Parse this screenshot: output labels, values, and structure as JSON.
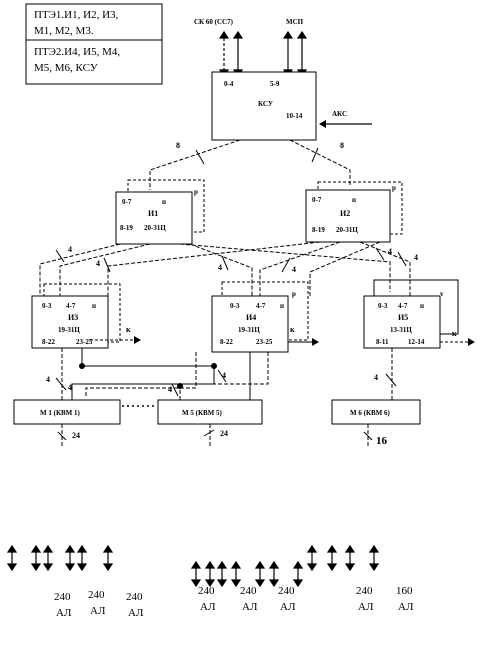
{
  "legend": {
    "line1": "ПТЭ1.И1, И2, И3,",
    "line2": "М1, М2, М3.",
    "line3": "ПТЭ2.И4, И5, М4,",
    "line4": "М5, М6, КСУ"
  },
  "top": {
    "sk_label": "СК 60 (СС7)",
    "msp_label": "МСП",
    "aks_label": "АКС"
  },
  "ksu": {
    "left": "0-4",
    "right": "5-9",
    "title": "КСУ",
    "bottom": "10-14"
  },
  "edges": {
    "ksu_i1": "8",
    "ksu_i2": "8",
    "four": "4",
    "sixteen": "16"
  },
  "i1": {
    "top": "0-7",
    "o": "п",
    "p": "p",
    "title": "И1",
    "bottom_left": "8-19",
    "bottom_right": "20-31Ц"
  },
  "i2": {
    "top": "0-7",
    "o": "п",
    "p": "p",
    "title": "И2",
    "bottom_left": "8-19",
    "bottom_right": "20-31Ц"
  },
  "i3": {
    "a": "0-3",
    "b": "4-7",
    "o": "п",
    "title": "И3",
    "mid": "19-31Ц",
    "bl": "8-22",
    "br": "23-25",
    "k": "к"
  },
  "i4": {
    "a": "0-3",
    "b": "4-7",
    "o": "п",
    "p": "p",
    "title": "И4",
    "mid": "19-31Ц",
    "bl": "8-22",
    "br": "23-25",
    "k": "к"
  },
  "i5": {
    "a": "0-3",
    "b": "4-7",
    "o": "п",
    "p": "v",
    "title": "И5",
    "mid": "13-31Ц",
    "bl": "8-11",
    "br": "12-14",
    "k": "к"
  },
  "modules": {
    "m1": "М 1 (КВМ 1)",
    "m5": "М 5 (КВМ 5)",
    "m6": "М 6 (КВМ 6)",
    "m1_bus": "24",
    "m5_bus": "24"
  },
  "bottom_labels": [
    {
      "num": "240",
      "sub": "АЛ"
    },
    {
      "num": "240",
      "sub": "АЛ"
    },
    {
      "num": "240",
      "sub": "АЛ"
    },
    {
      "num": "240",
      "sub": "АЛ"
    },
    {
      "num": "240",
      "sub": "АЛ"
    },
    {
      "num": "240",
      "sub": "АЛ"
    },
    {
      "num": "240",
      "sub": "АЛ"
    },
    {
      "num": "160",
      "sub": "АЛ"
    }
  ]
}
